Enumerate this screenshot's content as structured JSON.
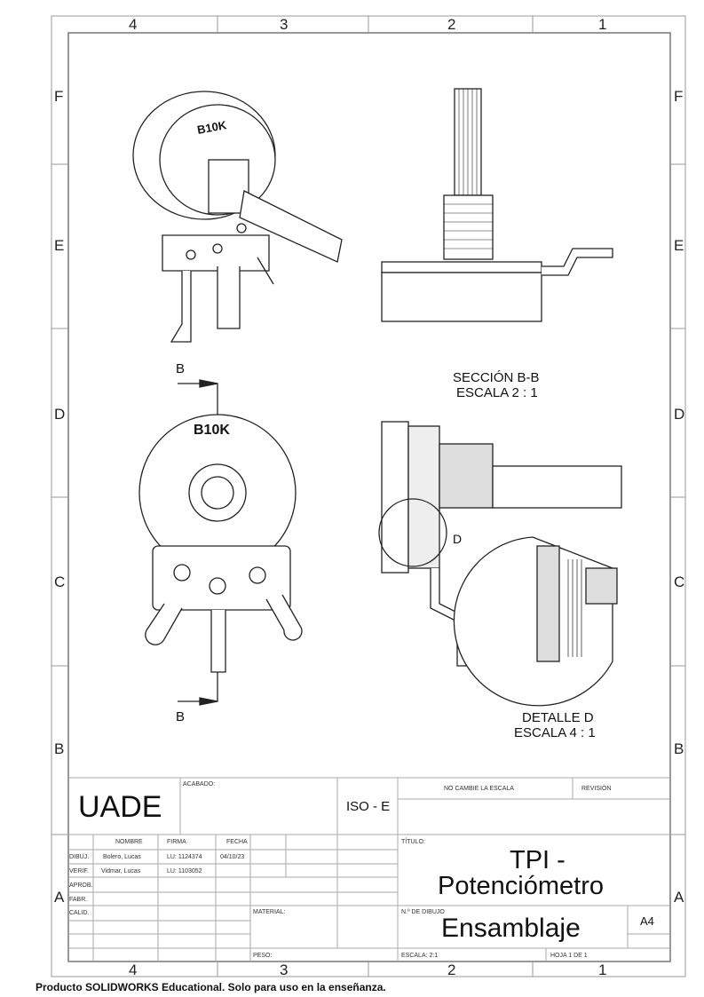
{
  "zones": {
    "columns": [
      "4",
      "3",
      "2",
      "1"
    ],
    "rows": [
      "F",
      "E",
      "D",
      "C",
      "B",
      "A"
    ]
  },
  "views": {
    "section_label": "SECCIÓN B-B",
    "section_scale": "ESCALA 2 : 1",
    "detail_label": "DETALLE D",
    "detail_scale": "ESCALA 4 : 1",
    "cut_marker": "B",
    "detail_marker": "D",
    "part_marking": "B10K"
  },
  "title_block": {
    "company": "UADE",
    "acabado_label": "ACABADO:",
    "standard": "ISO - E",
    "no_scale": "NO CAMBIE LA ESCALA",
    "revision_label": "REVISIÓN",
    "headers": [
      "NOMBRE",
      "FIRMA",
      "FECHA"
    ],
    "rows": [
      {
        "role": "DIBUJ.",
        "name": "Bolero, Lucas",
        "firma": "LU: 1124374",
        "fecha": "04/10/23"
      },
      {
        "role": "VERIF.",
        "name": "Vidmar, Lucas",
        "firma": "LU: 1103052",
        "fecha": ""
      },
      {
        "role": "APROB.",
        "name": "",
        "firma": "",
        "fecha": ""
      },
      {
        "role": "FABR.",
        "name": "",
        "firma": "",
        "fecha": ""
      },
      {
        "role": "CALID.",
        "name": "",
        "firma": "",
        "fecha": ""
      }
    ],
    "material_label": "MATERIAL:",
    "peso_label": "PESO:",
    "titulo_label": "TÍTULO:",
    "title_line1": "TPI -",
    "title_line2": "Potenciómetro",
    "drawing_no_label": "N.º DE DIBUJO",
    "drawing_no": "Ensamblaje",
    "sheet_size": "A4",
    "scale": "ESCALA: 2:1",
    "sheet": "HOJA 1 DE 1"
  },
  "footer": "Producto SOLIDWORKS Educational. Solo para uso en la enseñanza."
}
